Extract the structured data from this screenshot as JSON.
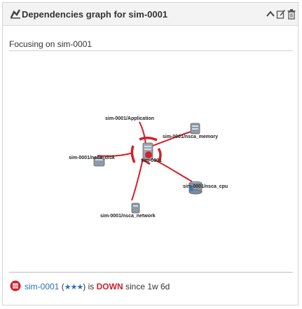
{
  "header": {
    "title": "Dependencies graph for sim-0001",
    "icon": "graph-icon",
    "buttons": [
      "collapse-icon",
      "edit-icon",
      "delete-icon"
    ]
  },
  "focus_text": "Focusing on sim-0001",
  "graph": {
    "center": "sim-0001",
    "nodes": {
      "application": "sim-0001/Application",
      "memory": "sim-0001/nsca_memory",
      "disk": "sim-0001/nsca_disk",
      "center": "sim-0001",
      "cpu": "sim-0001/nsca_cpu",
      "network": "sim-0001/nsca_network"
    }
  },
  "status": {
    "host": "sim-0001",
    "open_paren": " (",
    "stars": "★★★",
    "close_paren": ")",
    "is": " is ",
    "state": "DOWN",
    "since": " since 1w 6d",
    "colors": {
      "down": "#d0202b",
      "link": "#2a6fb8"
    }
  }
}
